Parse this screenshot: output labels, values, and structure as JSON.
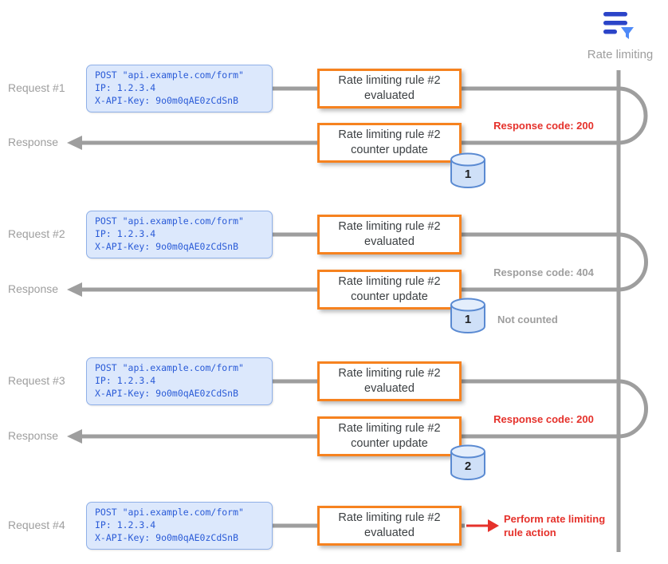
{
  "colors": {
    "line_gray": "#9e9e9e",
    "label_gray": "#9e9e9e",
    "accent_orange": "#f6821f",
    "request_box_bg": "#dce8fc",
    "request_box_border": "#8fb0e8",
    "request_box_text": "#2a5bd7",
    "note_red": "#e5312b",
    "counter_fill": "#cfe0f8",
    "counter_border": "#5a8ad2"
  },
  "legend": {
    "icon": "rate-limiting-rules-icon",
    "label": "Rate limiting"
  },
  "request": {
    "line1": "POST \"api.example.com/form\"",
    "line2": "IP: 1.2.3.4",
    "line3": "X-API-Key: 9o0m0qAE0zCdSnB"
  },
  "rows": [
    {
      "kind": "request",
      "label": "Request #1",
      "step1": "Rate limiting rule #2",
      "step2": "evaluated"
    },
    {
      "kind": "response",
      "label": "Response",
      "step1": "Rate limiting rule #2",
      "step2": "counter update",
      "note": "Response code: 200",
      "counter": "1"
    },
    {
      "kind": "request",
      "label": "Request #2",
      "step1": "Rate limiting rule #2",
      "step2": "evaluated"
    },
    {
      "kind": "response",
      "label": "Response",
      "step1": "Rate limiting rule #2",
      "step2": "counter update",
      "note": "Response code: 404",
      "counter": "1",
      "counter_note": "Not counted"
    },
    {
      "kind": "request",
      "label": "Request #3",
      "step1": "Rate limiting rule #2",
      "step2": "evaluated"
    },
    {
      "kind": "response",
      "label": "Response",
      "step1": "Rate limiting rule #2",
      "step2": "counter update",
      "note": "Response code: 200",
      "counter": "2"
    },
    {
      "kind": "request",
      "label": "Request #4",
      "step1": "Rate limiting rule #2",
      "step2": "evaluated",
      "action_note": "Perform rate limiting rule action"
    }
  ]
}
